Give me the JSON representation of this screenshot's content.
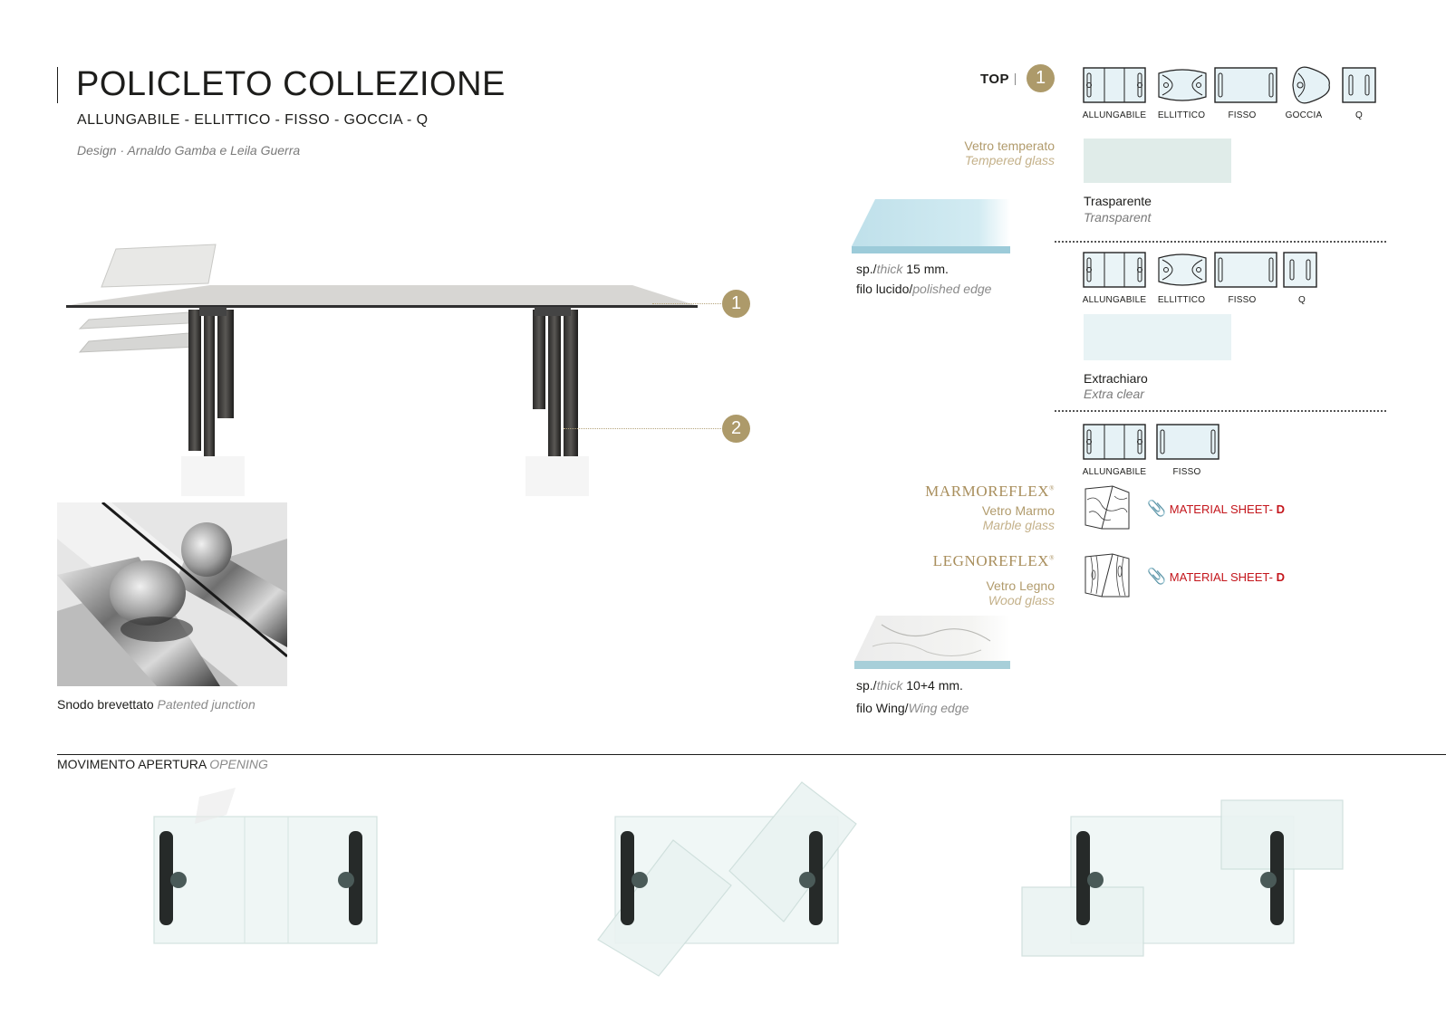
{
  "header": {
    "title": "POLICLETO COLLEZIONE",
    "subtitle": "ALLUNGABILE - ELLITTICO - FISSO - GOCCIA  - Q",
    "design": "Design · Arnaldo Gamba e Leila Guerra"
  },
  "markers": {
    "one": "1",
    "two": "2"
  },
  "top_section": {
    "label": "TOP",
    "marker": "1",
    "shapes_row1": [
      "ALLUNGABILE",
      "ELLITTICO",
      "FISSO",
      "GOCCIA",
      "Q"
    ],
    "shapes_row2": [
      "ALLUNGABILE",
      "ELLITTICO",
      "FISSO",
      "Q"
    ],
    "shapes_row3": [
      "ALLUNGABILE",
      "FISSO"
    ]
  },
  "glass_type": {
    "it": "Vetro temperato",
    "en": "Tempered glass"
  },
  "finishes": {
    "transparent": {
      "it": "Trasparente",
      "en": "Transparent",
      "color": "#dde8e5"
    },
    "extraclear": {
      "it": "Extrachiaro",
      "en": "Extra clear",
      "color": "#e8f3f5"
    }
  },
  "thickness_1": {
    "prefix": "sp./",
    "prefix_en": "thick",
    "value": " 15 mm.",
    "edge_it": "filo lucido/",
    "edge_en": "polished edge"
  },
  "thickness_2": {
    "prefix": "sp./",
    "prefix_en": "thick",
    "value": " 10+4 mm.",
    "edge_it": "filo Wing/",
    "edge_en": "Wing edge"
  },
  "marmoreflex": {
    "brand": "MARMOREFLEX",
    "it": "Vetro Marmo",
    "en": "Marble glass",
    "sheet_label": "MATERIAL SHEET-",
    "sheet_code": "D"
  },
  "legnoreflex": {
    "brand": "LEGNOREFLEX",
    "it": "Vetro Legno",
    "en": "Wood glass",
    "sheet_label": "MATERIAL SHEET-",
    "sheet_code": "D"
  },
  "junction": {
    "it": "Snodo brevettato",
    "en": "Patented junction"
  },
  "opening": {
    "it": "MOVIMENTO APERTURA",
    "en": "OPENING"
  },
  "colors": {
    "accent_gold": "#ad9a6a",
    "sheet_red": "#c4161c",
    "glass_blue": "#cde6ee"
  }
}
